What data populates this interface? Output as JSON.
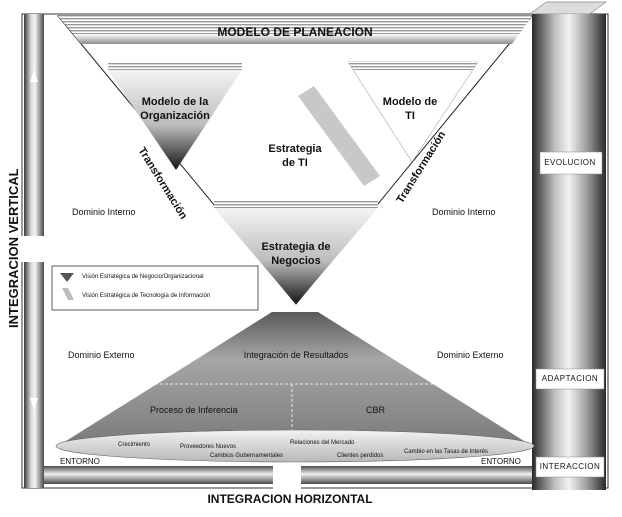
{
  "title": "MODELO DE PLANEACION",
  "vertical_axis": "INTEGRACION VERTICAL",
  "horizontal_axis": "INTEGRACION HORIZONTAL",
  "right_bar_labels": [
    "EVOLUCION",
    "ADAPTACION",
    "INTERACCION"
  ],
  "left_triangle": "Modelo de la\nOrganización",
  "right_triangle": "Modelo de\nTI",
  "center_it": "Estrategia\nde TI",
  "center_business": "Estrategia de\nNegocios",
  "transform_left": "Transformación",
  "transform_right": "Transformación",
  "domain_internal_left": "Dominio Interno",
  "domain_internal_right": "Dominio Interno",
  "domain_external_left": "Dominio Externo",
  "domain_external_right": "Dominio Externo",
  "legend": [
    "Visión Estratégica de Negocio/Organizacional",
    "Visión Estratégica de Tecnología de Información"
  ],
  "results": "Integración de Resultados",
  "inference": "Proceso de Inferencia",
  "cbr": "CBR",
  "factors": [
    "Crecimiento",
    "Proveedores Nuevos",
    "Cambios Gubernamentales",
    "Relaciones del Mercado",
    "Clientes perdidos",
    "Cambio en las Tasas de Interés"
  ],
  "environment_left": "ENTORNO",
  "environment_right": "ENTORNO"
}
